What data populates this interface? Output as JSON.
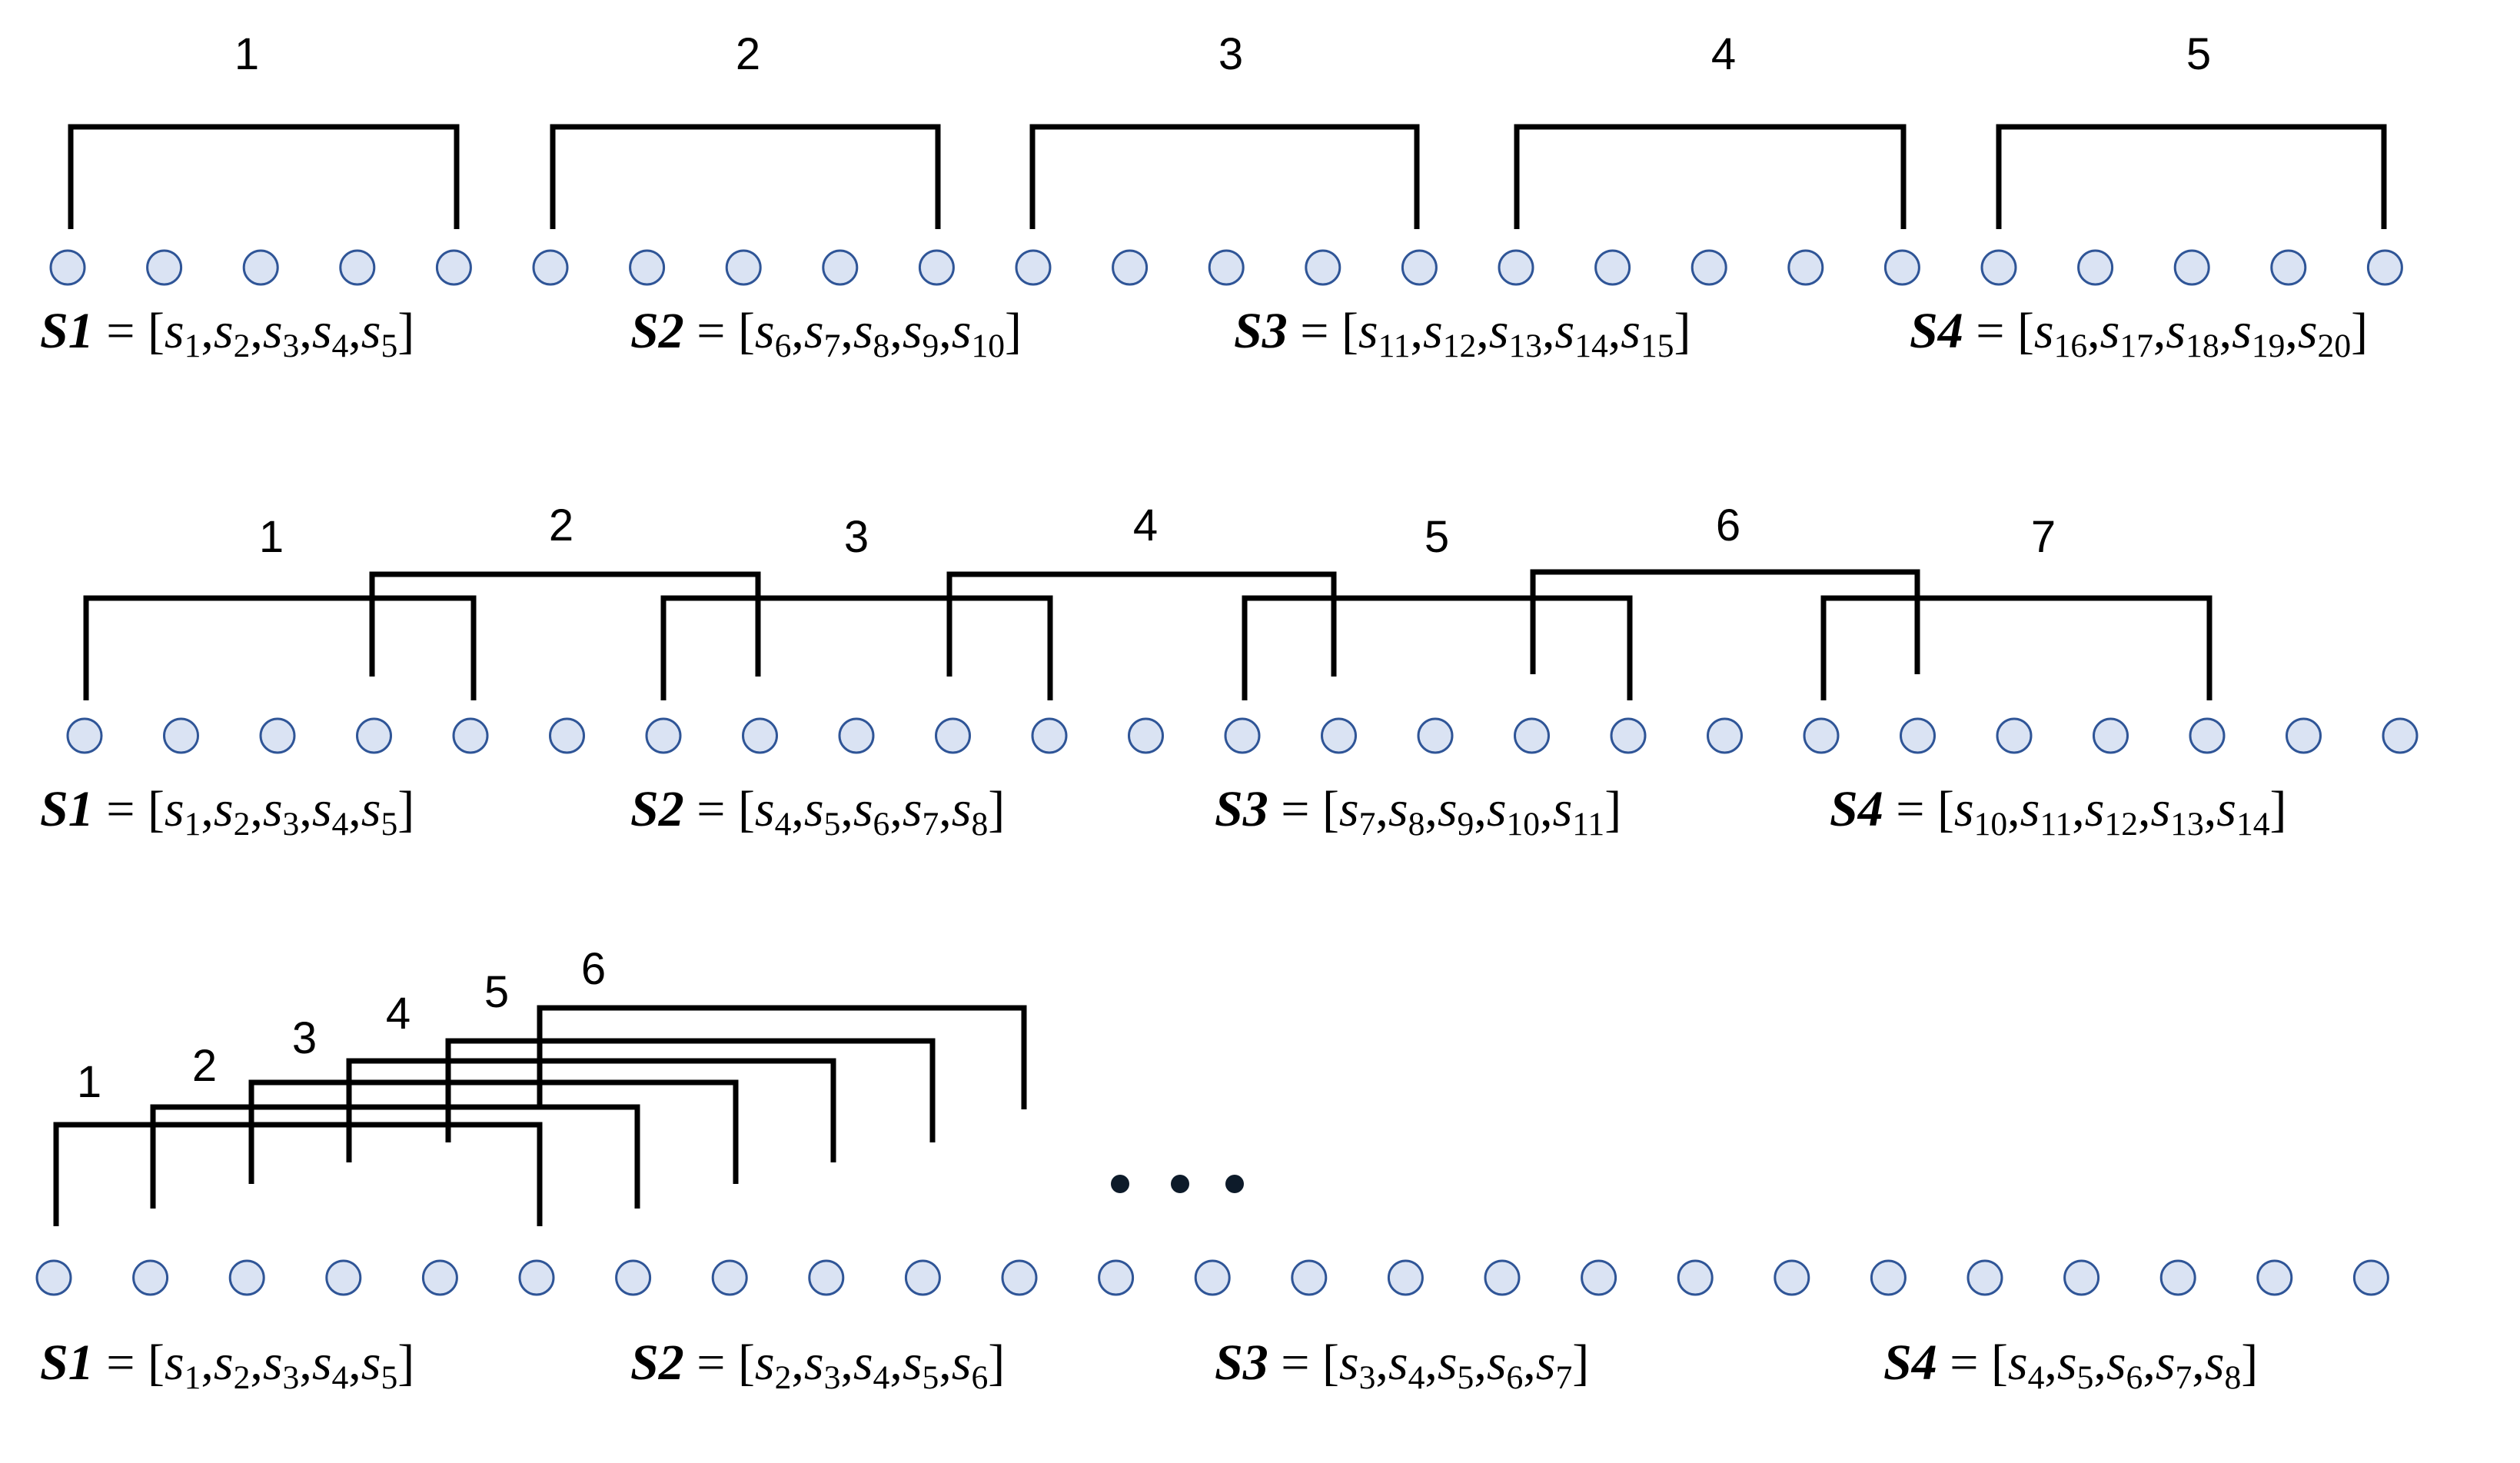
{
  "panels": [
    {
      "id": "non-overlapping",
      "window_labels": [
        "1",
        "2",
        "3",
        "4",
        "5"
      ],
      "node_count": 25,
      "sequences": [
        {
          "name": "S1",
          "items": [
            {
              "b": "s",
              "sub": "1"
            },
            {
              "b": "s",
              "sub": "2"
            },
            {
              "b": "s",
              "sub": "3"
            },
            {
              "b": "s",
              "sub": "4"
            },
            {
              "b": "s",
              "sub": "5"
            }
          ]
        },
        {
          "name": "S2",
          "items": [
            {
              "b": "s",
              "sub": "6"
            },
            {
              "b": "s",
              "sub": "7"
            },
            {
              "b": "s",
              "sub": "8"
            },
            {
              "b": "s",
              "sub": "9"
            },
            {
              "b": "s",
              "sub": "10"
            }
          ]
        },
        {
          "name": "S3",
          "items": [
            {
              "b": "s",
              "sub": "11"
            },
            {
              "b": "s",
              "sub": "12"
            },
            {
              "b": "s",
              "sub": "13"
            },
            {
              "b": "s",
              "sub": "14"
            },
            {
              "b": "s",
              "sub": "15"
            }
          ]
        },
        {
          "name": "S4",
          "items": [
            {
              "b": "s",
              "sub": "16"
            },
            {
              "b": "s",
              "sub": "17"
            },
            {
              "b": "s",
              "sub": "18"
            },
            {
              "b": "s",
              "sub": "19"
            },
            {
              "b": "s",
              "sub": "20"
            }
          ]
        }
      ]
    },
    {
      "id": "stride-3-overlapping",
      "window_labels": [
        "1",
        "2",
        "3",
        "4",
        "5",
        "6",
        "7"
      ],
      "node_count": 25,
      "sequences": [
        {
          "name": "S1",
          "items": [
            {
              "b": "s",
              "sub": "1"
            },
            {
              "b": "s",
              "sub": "2"
            },
            {
              "b": "s",
              "sub": "3"
            },
            {
              "b": "s",
              "sub": "4"
            },
            {
              "b": "s",
              "sub": "5"
            }
          ]
        },
        {
          "name": "S2",
          "items": [
            {
              "b": "s",
              "sub": "4"
            },
            {
              "b": "s",
              "sub": "5"
            },
            {
              "b": "s",
              "sub": "6"
            },
            {
              "b": "s",
              "sub": "7"
            },
            {
              "b": "s",
              "sub": "8"
            }
          ]
        },
        {
          "name": "S3",
          "items": [
            {
              "b": "s",
              "sub": "7"
            },
            {
              "b": "s",
              "sub": "8"
            },
            {
              "b": "s",
              "sub": "9"
            },
            {
              "b": "s",
              "sub": "10"
            },
            {
              "b": "s",
              "sub": "11"
            }
          ]
        },
        {
          "name": "S4",
          "items": [
            {
              "b": "s",
              "sub": "10"
            },
            {
              "b": "s",
              "sub": "11"
            },
            {
              "b": "s",
              "sub": "12"
            },
            {
              "b": "s",
              "sub": "13"
            },
            {
              "b": "s",
              "sub": "14"
            }
          ]
        }
      ]
    },
    {
      "id": "stride-1-sliding",
      "window_labels": [
        "1",
        "2",
        "3",
        "4",
        "5",
        "6"
      ],
      "node_count": 25,
      "ellipsis": true,
      "sequences": [
        {
          "name": "S1",
          "items": [
            {
              "b": "s",
              "sub": "1"
            },
            {
              "b": "s",
              "sub": "2"
            },
            {
              "b": "s",
              "sub": "3"
            },
            {
              "b": "s",
              "sub": "4"
            },
            {
              "b": "s",
              "sub": "5"
            }
          ]
        },
        {
          "name": "S2",
          "items": [
            {
              "b": "s",
              "sub": "2"
            },
            {
              "b": "s",
              "sub": "3"
            },
            {
              "b": "s",
              "sub": "4"
            },
            {
              "b": "s",
              "sub": "5"
            },
            {
              "b": "s",
              "sub": "6"
            }
          ]
        },
        {
          "name": "S3",
          "items": [
            {
              "b": "s",
              "sub": "3"
            },
            {
              "b": "s",
              "sub": "4"
            },
            {
              "b": "s",
              "sub": "5"
            },
            {
              "b": "s",
              "sub": "6"
            },
            {
              "b": "s",
              "sub": "7"
            }
          ]
        },
        {
          "name": "S4",
          "items": [
            {
              "b": "s",
              "sub": "4"
            },
            {
              "b": "s",
              "sub": "5"
            },
            {
              "b": "s",
              "sub": "6"
            },
            {
              "b": "s",
              "sub": "7"
            },
            {
              "b": "s",
              "sub": "8"
            }
          ]
        }
      ]
    }
  ],
  "colors": {
    "node_fill": "#dae3f3",
    "node_stroke": "#2f5597",
    "bracket": "#000000"
  }
}
